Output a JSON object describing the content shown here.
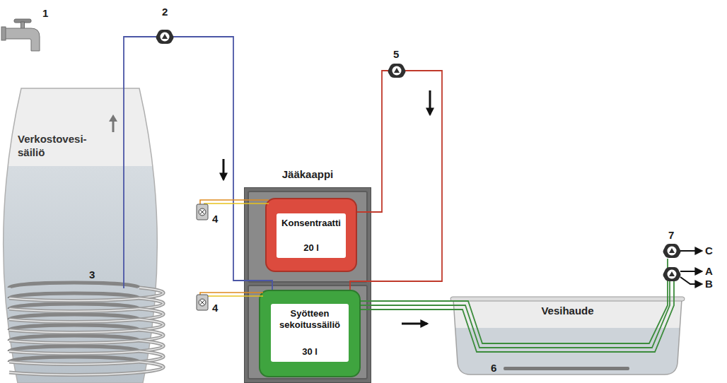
{
  "diagram": {
    "nodes": [
      {
        "text": [
          "Verkostovesi- säiliö"
        ]
      },
      {
        "text": [
          "Jääkaappi"
        ]
      },
      {
        "text": [
          "Konsentraatti",
          "20 l"
        ],
        "in": 1
      },
      {
        "text": [
          "Syötteen sekoitussäiliö",
          "30 l"
        ],
        "in": 1
      },
      {
        "text": [
          "Vesihaude"
        ]
      }
    ],
    "edges": [
      {
        "from": 0,
        "to": 3,
        "arrow": "none"
      },
      {
        "from": 2,
        "to": 3,
        "arrow": "none"
      },
      {
        "from": 3,
        "to": 4,
        "arrow": "none"
      }
    ],
    "labels": [
      "1",
      "2",
      "3",
      "4",
      "4",
      "5",
      "6",
      "7",
      "C",
      "A",
      "B"
    ]
  }
}
